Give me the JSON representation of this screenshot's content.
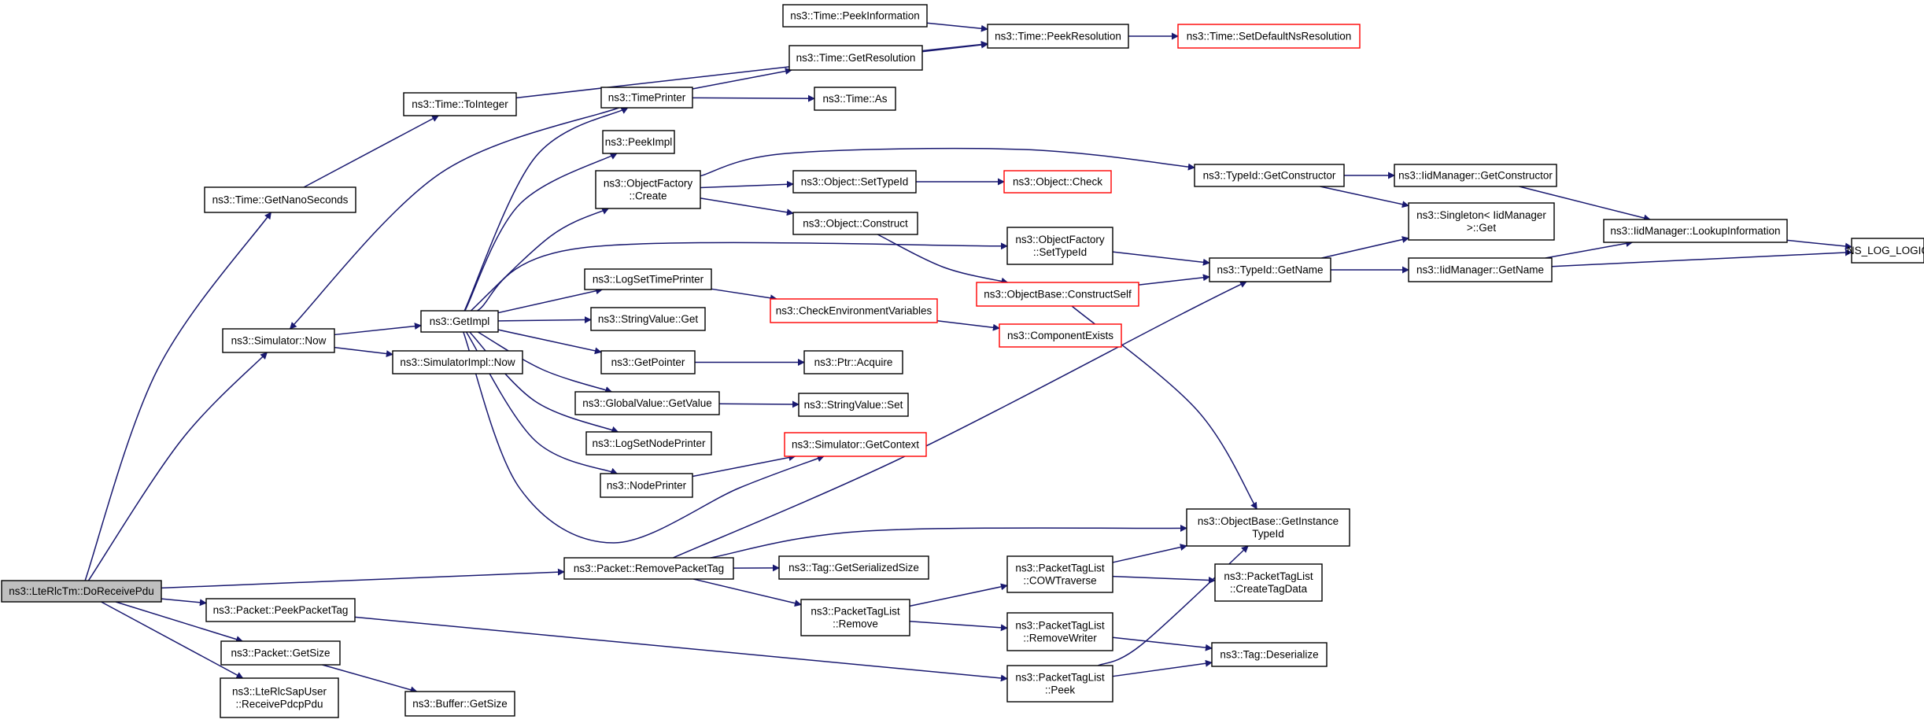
{
  "colors": {
    "edge": "#191970",
    "node_border": "#000000",
    "truncated_border": "#ff0000",
    "root_fill": "#bfbfbf",
    "background": "#ffffff"
  },
  "nodes": [
    {
      "id": "root",
      "lines": [
        "ns3::LteRlcTm::DoReceivePdu"
      ],
      "style": "root"
    },
    {
      "id": "getnano",
      "lines": [
        "ns3::Time::GetNanoSeconds"
      ],
      "style": "normal"
    },
    {
      "id": "tointeger",
      "lines": [
        "ns3::Time::ToInteger"
      ],
      "style": "normal"
    },
    {
      "id": "peekinfo",
      "lines": [
        "ns3::Time::PeekInformation"
      ],
      "style": "normal"
    },
    {
      "id": "getres",
      "lines": [
        "ns3::Time::GetResolution"
      ],
      "style": "normal"
    },
    {
      "id": "peekres",
      "lines": [
        "ns3::Time::PeekResolution"
      ],
      "style": "normal"
    },
    {
      "id": "setdefns",
      "lines": [
        "ns3::Time::SetDefaultNsResolution"
      ],
      "style": "truncated"
    },
    {
      "id": "timeprinter",
      "lines": [
        "ns3::TimePrinter"
      ],
      "style": "normal"
    },
    {
      "id": "timeas",
      "lines": [
        "ns3::Time::As"
      ],
      "style": "normal"
    },
    {
      "id": "peekimpl",
      "lines": [
        "ns3::PeekImpl"
      ],
      "style": "normal"
    },
    {
      "id": "ofcreate",
      "lines": [
        "ns3::ObjectFactory",
        "::Create"
      ],
      "style": "normal"
    },
    {
      "id": "objsettypeid",
      "lines": [
        "ns3::Object::SetTypeId"
      ],
      "style": "normal"
    },
    {
      "id": "objcheck",
      "lines": [
        "ns3::Object::Check"
      ],
      "style": "truncated"
    },
    {
      "id": "objconstruct",
      "lines": [
        "ns3::Object::Construct"
      ],
      "style": "normal"
    },
    {
      "id": "typeidgetctor",
      "lines": [
        "ns3::TypeId::GetConstructor"
      ],
      "style": "normal"
    },
    {
      "id": "iidgetctor",
      "lines": [
        "ns3::IidManager::GetConstructor"
      ],
      "style": "normal"
    },
    {
      "id": "singleton",
      "lines": [
        "ns3::Singleton< IidManager",
        ">::Get"
      ],
      "style": "normal"
    },
    {
      "id": "lookupinfo",
      "lines": [
        "ns3::IidManager::LookupInformation"
      ],
      "style": "normal"
    },
    {
      "id": "nslog",
      "lines": [
        "NS_LOG_LOGIC"
      ],
      "style": "normal"
    },
    {
      "id": "ofsettypeid",
      "lines": [
        "ns3::ObjectFactory",
        "::SetTypeId"
      ],
      "style": "normal"
    },
    {
      "id": "typeidgetname",
      "lines": [
        "ns3::TypeId::GetName"
      ],
      "style": "normal"
    },
    {
      "id": "iidgetname",
      "lines": [
        "ns3::IidManager::GetName"
      ],
      "style": "normal"
    },
    {
      "id": "constructself",
      "lines": [
        "ns3::ObjectBase::ConstructSelf"
      ],
      "style": "truncated"
    },
    {
      "id": "simnow",
      "lines": [
        "ns3::Simulator::Now"
      ],
      "style": "normal"
    },
    {
      "id": "getimpl",
      "lines": [
        "ns3::GetImpl"
      ],
      "style": "normal"
    },
    {
      "id": "simimplnow",
      "lines": [
        "ns3::SimulatorImpl::Now"
      ],
      "style": "normal"
    },
    {
      "id": "logsettp",
      "lines": [
        "ns3::LogSetTimePrinter"
      ],
      "style": "normal"
    },
    {
      "id": "checkenv",
      "lines": [
        "ns3::CheckEnvironmentVariables"
      ],
      "style": "truncated"
    },
    {
      "id": "compexists",
      "lines": [
        "ns3::ComponentExists"
      ],
      "style": "truncated"
    },
    {
      "id": "strvalget",
      "lines": [
        "ns3::StringValue::Get"
      ],
      "style": "normal"
    },
    {
      "id": "getpointer",
      "lines": [
        "ns3::GetPointer"
      ],
      "style": "normal"
    },
    {
      "id": "ptracquire",
      "lines": [
        "ns3::Ptr::Acquire"
      ],
      "style": "normal"
    },
    {
      "id": "gvgetvalue",
      "lines": [
        "ns3::GlobalValue::GetValue"
      ],
      "style": "normal"
    },
    {
      "id": "strvalset",
      "lines": [
        "ns3::StringValue::Set"
      ],
      "style": "normal"
    },
    {
      "id": "logsetnp",
      "lines": [
        "ns3::LogSetNodePrinter"
      ],
      "style": "normal"
    },
    {
      "id": "simgetctx",
      "lines": [
        "ns3::Simulator::GetContext"
      ],
      "style": "truncated"
    },
    {
      "id": "nodeprinter",
      "lines": [
        "ns3::NodePrinter"
      ],
      "style": "normal"
    },
    {
      "id": "getinsttypeid",
      "lines": [
        "ns3::ObjectBase::GetInstance",
        "TypeId"
      ],
      "style": "normal"
    },
    {
      "id": "removepkttag",
      "lines": [
        "ns3::Packet::RemovePacketTag"
      ],
      "style": "normal"
    },
    {
      "id": "taggetser",
      "lines": [
        "ns3::Tag::GetSerializedSize"
      ],
      "style": "normal"
    },
    {
      "id": "ptlcow",
      "lines": [
        "ns3::PacketTagList",
        "::COWTraverse"
      ],
      "style": "normal"
    },
    {
      "id": "ptlcreate",
      "lines": [
        "ns3::PacketTagList",
        "::CreateTagData"
      ],
      "style": "normal"
    },
    {
      "id": "ptlremove",
      "lines": [
        "ns3::PacketTagList",
        "::Remove"
      ],
      "style": "normal"
    },
    {
      "id": "ptlremwriter",
      "lines": [
        "ns3::PacketTagList",
        "::RemoveWriter"
      ],
      "style": "normal"
    },
    {
      "id": "peekpkttag",
      "lines": [
        "ns3::Packet::PeekPacketTag"
      ],
      "style": "normal"
    },
    {
      "id": "tagdeser",
      "lines": [
        "ns3::Tag::Deserialize"
      ],
      "style": "normal"
    },
    {
      "id": "pktgetsize",
      "lines": [
        "ns3::Packet::GetSize"
      ],
      "style": "normal"
    },
    {
      "id": "ptlpeek",
      "lines": [
        "ns3::PacketTagList",
        "::Peek"
      ],
      "style": "normal"
    },
    {
      "id": "saprecv",
      "lines": [
        "ns3::LteRlcSapUser",
        "::ReceivePdcpPdu"
      ],
      "style": "normal"
    },
    {
      "id": "bufgetsize",
      "lines": [
        "ns3::Buffer::GetSize"
      ],
      "style": "normal"
    }
  ],
  "edges": [
    {
      "from": "root",
      "to": "getnano"
    },
    {
      "from": "root",
      "to": "simnow"
    },
    {
      "from": "root",
      "to": "removepkttag"
    },
    {
      "from": "root",
      "to": "peekpkttag"
    },
    {
      "from": "root",
      "to": "pktgetsize"
    },
    {
      "from": "root",
      "to": "saprecv"
    },
    {
      "from": "getnano",
      "to": "tointeger"
    },
    {
      "from": "tointeger",
      "to": "peekres"
    },
    {
      "from": "peekinfo",
      "to": "peekres"
    },
    {
      "from": "getres",
      "to": "peekres"
    },
    {
      "from": "peekres",
      "to": "setdefns"
    },
    {
      "from": "timeprinter",
      "to": "simnow"
    },
    {
      "from": "timeprinter",
      "to": "getres"
    },
    {
      "from": "timeprinter",
      "to": "timeas"
    },
    {
      "from": "simnow",
      "to": "getimpl"
    },
    {
      "from": "simnow",
      "to": "simimplnow"
    },
    {
      "from": "getimpl",
      "to": "timeprinter"
    },
    {
      "from": "getimpl",
      "to": "peekimpl"
    },
    {
      "from": "getimpl",
      "to": "ofcreate"
    },
    {
      "from": "getimpl",
      "to": "ofsettypeid"
    },
    {
      "from": "getimpl",
      "to": "logsettp"
    },
    {
      "from": "getimpl",
      "to": "strvalget"
    },
    {
      "from": "getimpl",
      "to": "getpointer"
    },
    {
      "from": "getimpl",
      "to": "gvgetvalue"
    },
    {
      "from": "getimpl",
      "to": "logsetnp"
    },
    {
      "from": "getimpl",
      "to": "nodeprinter"
    },
    {
      "from": "getimpl",
      "to": "simgetctx"
    },
    {
      "from": "ofcreate",
      "to": "typeidgetctor"
    },
    {
      "from": "ofcreate",
      "to": "objsettypeid"
    },
    {
      "from": "ofcreate",
      "to": "objconstruct"
    },
    {
      "from": "objsettypeid",
      "to": "objcheck"
    },
    {
      "from": "objconstruct",
      "to": "constructself"
    },
    {
      "from": "typeidgetctor",
      "to": "iidgetctor"
    },
    {
      "from": "typeidgetctor",
      "to": "singleton"
    },
    {
      "from": "iidgetctor",
      "to": "lookupinfo"
    },
    {
      "from": "lookupinfo",
      "to": "nslog"
    },
    {
      "from": "ofsettypeid",
      "to": "typeidgetname"
    },
    {
      "from": "constructself",
      "to": "typeidgetname"
    },
    {
      "from": "constructself",
      "to": "getinsttypeid"
    },
    {
      "from": "typeidgetname",
      "to": "singleton"
    },
    {
      "from": "typeidgetname",
      "to": "iidgetname"
    },
    {
      "from": "iidgetname",
      "to": "lookupinfo"
    },
    {
      "from": "iidgetname",
      "to": "nslog"
    },
    {
      "from": "logsettp",
      "to": "checkenv"
    },
    {
      "from": "checkenv",
      "to": "compexists"
    },
    {
      "from": "getpointer",
      "to": "ptracquire"
    },
    {
      "from": "gvgetvalue",
      "to": "strvalset"
    },
    {
      "from": "nodeprinter",
      "to": "simgetctx"
    },
    {
      "from": "removepkttag",
      "to": "typeidgetname"
    },
    {
      "from": "removepkttag",
      "to": "getinsttypeid"
    },
    {
      "from": "removepkttag",
      "to": "taggetser"
    },
    {
      "from": "removepkttag",
      "to": "ptlremove"
    },
    {
      "from": "ptlremove",
      "to": "ptlcow"
    },
    {
      "from": "ptlremove",
      "to": "ptlremwriter"
    },
    {
      "from": "ptlcow",
      "to": "getinsttypeid"
    },
    {
      "from": "ptlcow",
      "to": "ptlcreate"
    },
    {
      "from": "ptlremwriter",
      "to": "tagdeser"
    },
    {
      "from": "peekpkttag",
      "to": "ptlpeek"
    },
    {
      "from": "ptlpeek",
      "to": "getinsttypeid"
    },
    {
      "from": "ptlpeek",
      "to": "tagdeser"
    },
    {
      "from": "pktgetsize",
      "to": "bufgetsize"
    }
  ]
}
